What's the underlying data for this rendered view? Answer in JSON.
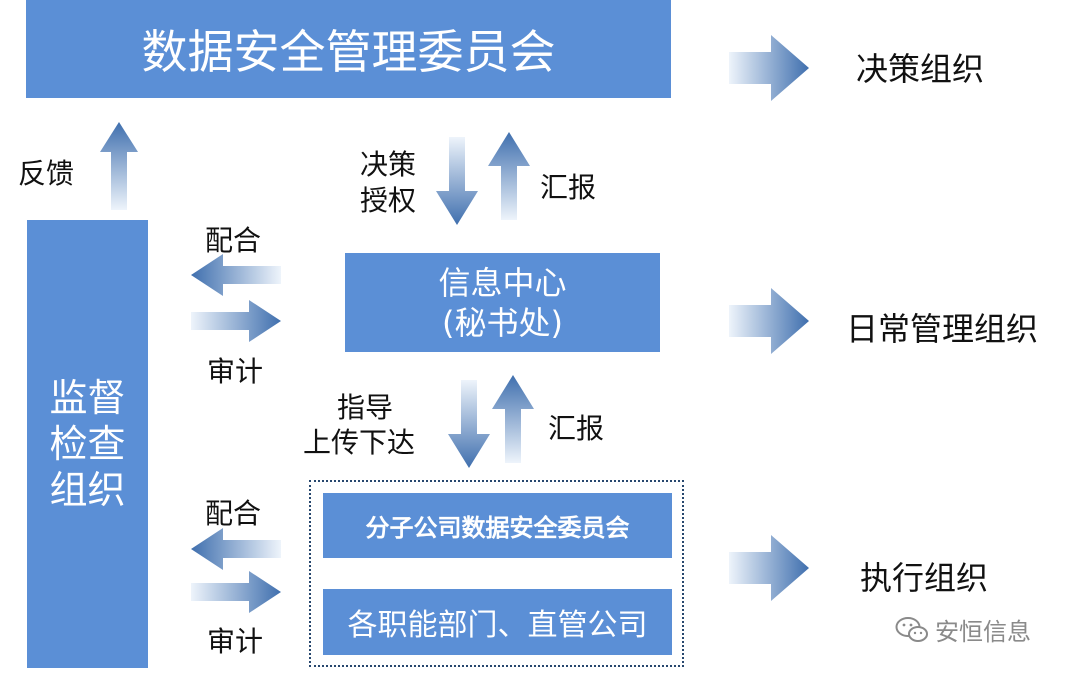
{
  "top_committee": "数据安全管理委员会",
  "info_center": {
    "line1": "信息中心",
    "line2": "(秘书处)"
  },
  "supervision": {
    "line1": "监督",
    "line2": "检查",
    "line3": "组织"
  },
  "subsidiary_committee": "分子公司数据安全委员会",
  "departments": "各职能部门、直管公司",
  "tiers": {
    "decision": "决策组织",
    "daily": "日常管理组织",
    "execution": "执行组织"
  },
  "labels": {
    "feedback": "反馈",
    "decision_auth_1": "决策",
    "decision_auth_2": "授权",
    "report_top": "汇报",
    "guide": "指导",
    "relay": "上传下达",
    "report_mid": "汇报",
    "cooperate_upper": "配合",
    "audit_upper": "审计",
    "cooperate_lower": "配合",
    "audit_lower": "审计"
  },
  "watermark": "安恒信息",
  "colors": {
    "box_fill": "#5b8fd6",
    "dotted_border": "#27476e",
    "arrow_dark": "#3f6fae",
    "arrow_light": "#eef4fb"
  }
}
